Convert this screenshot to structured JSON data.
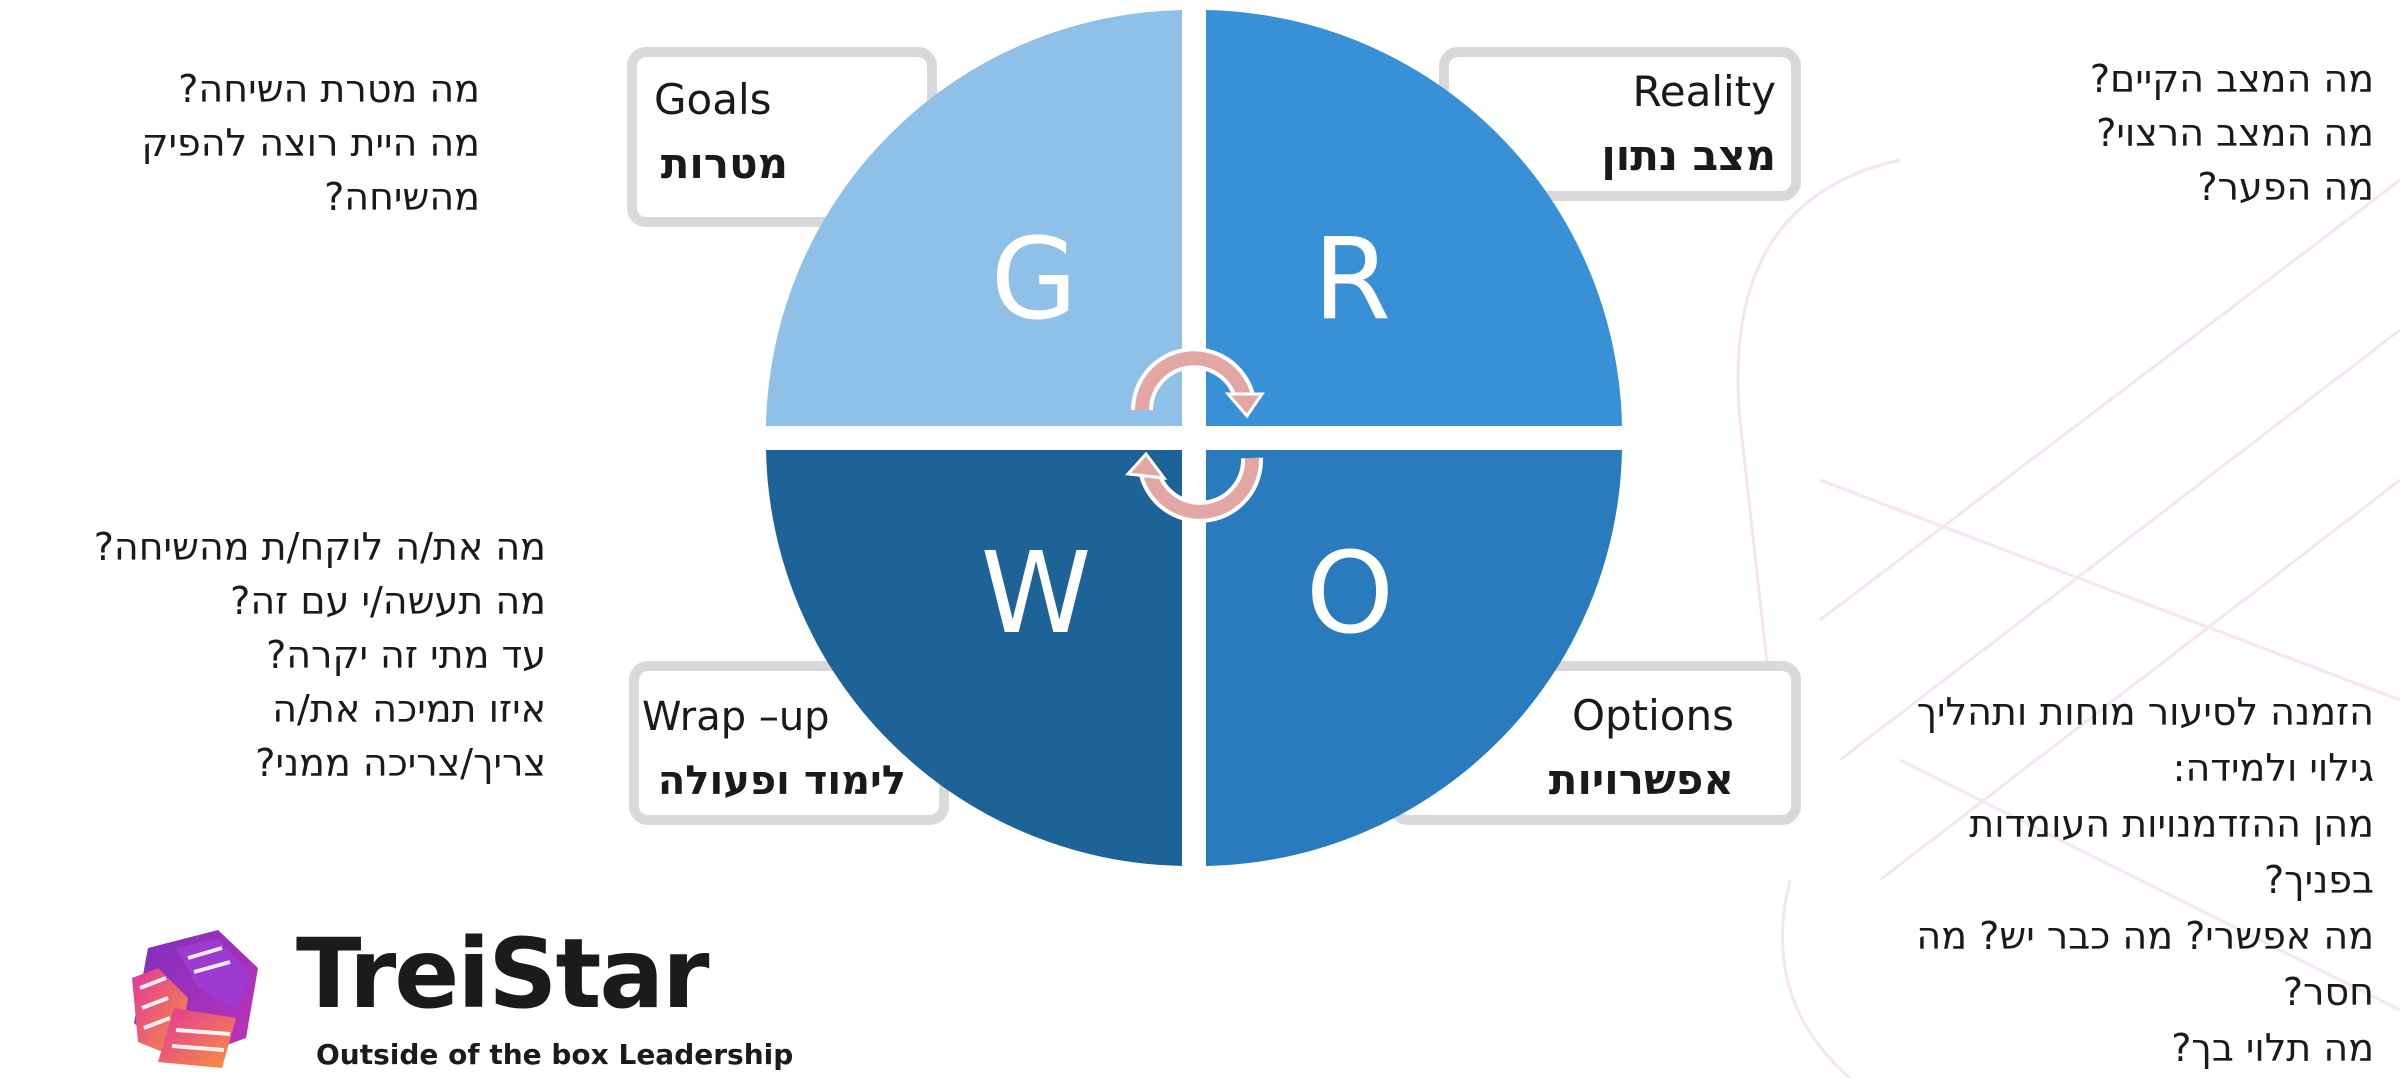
{
  "grow": {
    "quadrants": [
      {
        "id": "goals",
        "letter": "G",
        "label_en": "Goals",
        "label_he": "מטרות",
        "color": "#8FC1E8"
      },
      {
        "id": "reality",
        "letter": "R",
        "label_en": "Reality",
        "label_he": "מצב נתון",
        "color": "#3891D6"
      },
      {
        "id": "wrapup",
        "letter": "W",
        "label_en": "Wrap –up",
        "label_he": "לימוד ופעולה",
        "color": "#1E6398"
      },
      {
        "id": "options",
        "letter": "O",
        "label_en": "Options",
        "label_he": "אפשרויות",
        "color": "#2A7BBE"
      }
    ],
    "cycle_arrow_color": "#E2A7A4",
    "label_box_border_color": "#D9D9D9"
  },
  "questions": {
    "goals": [
      "מה מטרת השיחה?",
      "מה היית רוצה להפיק",
      "מהשיחה?"
    ],
    "reality": [
      "מה המצב הקיים?",
      "מה המצב הרצוי?",
      "מה הפער?"
    ],
    "wrapup": [
      "מה את/ה לוקח/ת מהשיחה?",
      "מה תעשה/י עם זה?",
      "עד מתי זה יקרה?",
      "איזו תמיכה את/ה",
      "צריך/צריכה ממני?"
    ],
    "options": [
      "הזמנה לסיעור מוחות ותהליך",
      "גילוי ולמידה:",
      "מהן ההזדמנויות העומדות",
      "בפניך?",
      "מה אפשרי? מה כבר יש? מה",
      "חסר?",
      "מה תלוי בך?"
    ]
  },
  "brand": {
    "name": "TreiStar",
    "tagline": "Outside of the box Leadership",
    "logo_colors": [
      "#7B2FBE",
      "#C433B8",
      "#F0508A",
      "#F7923C"
    ]
  }
}
